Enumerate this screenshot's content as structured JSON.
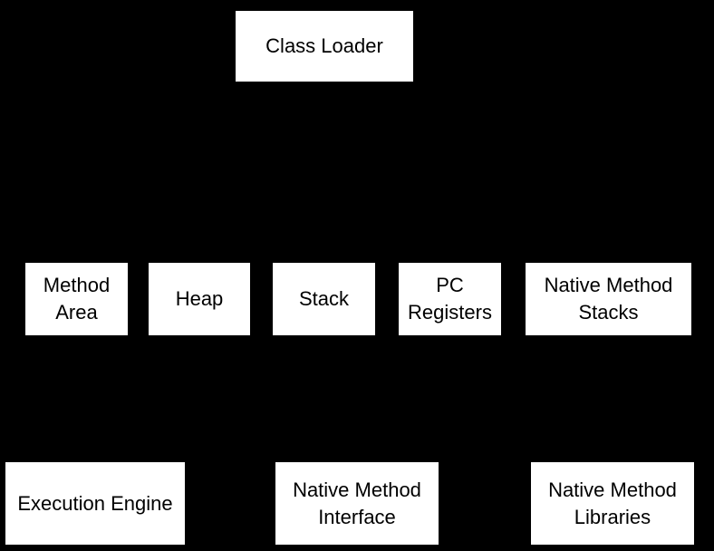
{
  "diagram": {
    "colors": {
      "background": "#000000",
      "box_fill": "#ffffff",
      "box_text": "#000000"
    },
    "nodes": {
      "class_loader": {
        "label": "Class Loader"
      },
      "method_area": {
        "label": "Method\nArea"
      },
      "heap": {
        "label": "Heap"
      },
      "stack": {
        "label": "Stack"
      },
      "pc_registers": {
        "label": "PC\nRegisters"
      },
      "native_method_stacks": {
        "label": "Native Method\nStacks"
      },
      "execution_engine": {
        "label": "Execution Engine"
      },
      "native_method_interface": {
        "label": "Native Method\nInterface"
      },
      "native_method_libraries": {
        "label": "Native Method\nLibraries"
      }
    }
  }
}
